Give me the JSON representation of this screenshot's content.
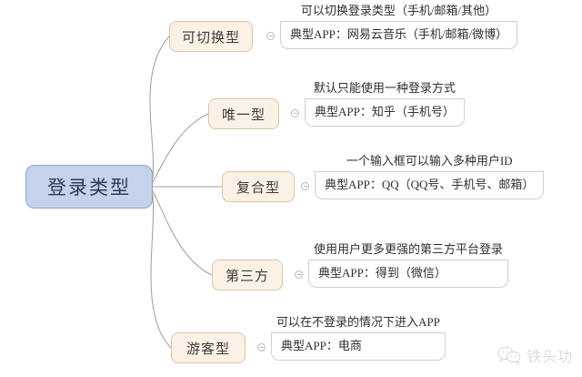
{
  "mindmap": {
    "root": {
      "label": "登录类型",
      "fill_color": "#c4d2ea",
      "border_color": "#8fa4c6"
    },
    "branch_fill_color": "#fbf1e4",
    "branch_border_color": "#d9c5a9",
    "branches": [
      {
        "label": "可切换型",
        "detail_title": "可以切换登录类型（手机/邮箱/其他）",
        "detail_example": "典型APP：网易云音乐（手机/邮箱/微博）"
      },
      {
        "label": "唯一型",
        "detail_title": "默认只能使用一种登录方式",
        "detail_example": "典型APP：知乎（手机号）"
      },
      {
        "label": "复合型",
        "detail_title": "一个输入框可以输入多种用户ID",
        "detail_example": "典型APP：QQ（QQ号、手机号、邮箱）"
      },
      {
        "label": "第三方",
        "detail_title": "使用用户更多更强的第三方平台登录",
        "detail_example": "典型APP：得到（微信）"
      },
      {
        "label": "游客型",
        "detail_title": "可以在不登录的情况下进入APP",
        "detail_example": "典型APP：电商"
      }
    ]
  },
  "watermark": {
    "text": "铁头功",
    "icon": "wechat-icon"
  }
}
